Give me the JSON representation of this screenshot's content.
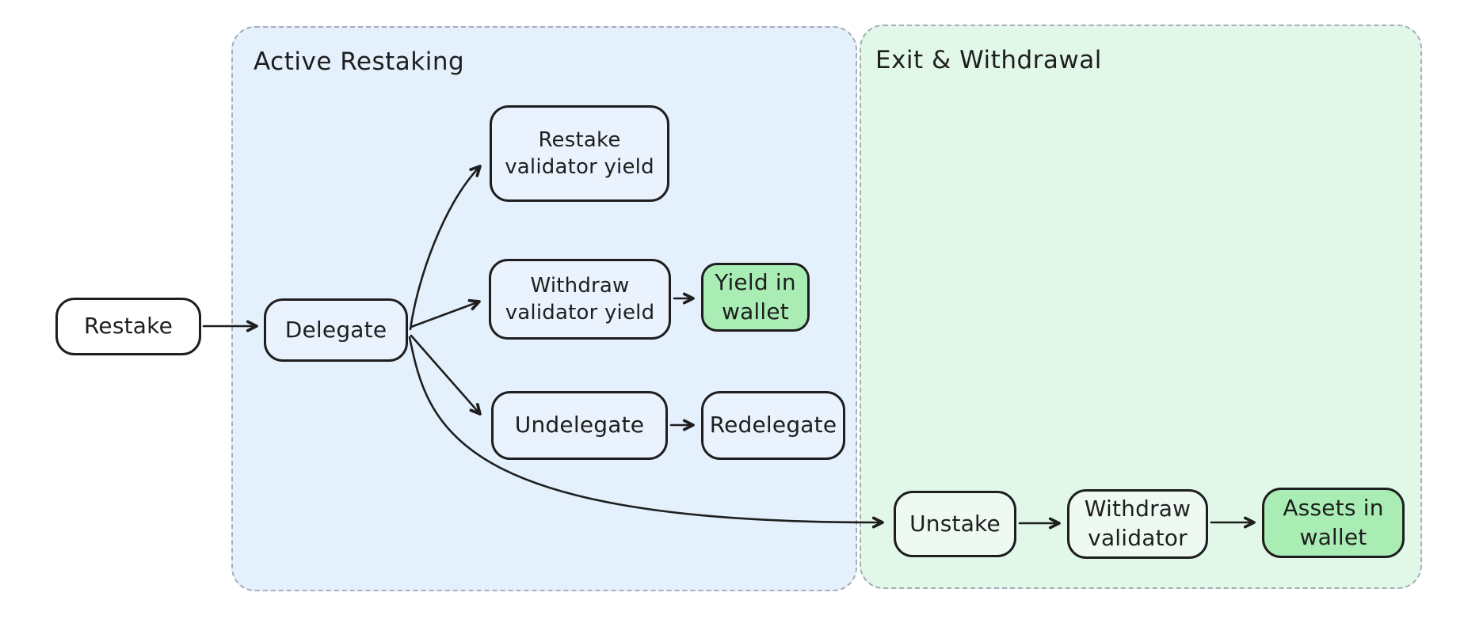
{
  "diagram": {
    "groups": [
      {
        "id": "active-restaking",
        "label": "Active Restaking",
        "fill": "#e4f0fc"
      },
      {
        "id": "exit-withdrawal",
        "label": "Exit & Withdrawal",
        "fill": "#e1f8e9"
      }
    ],
    "nodes": {
      "restake": {
        "label": "Restake",
        "fill": "#ffffff"
      },
      "delegate": {
        "label": "Delegate",
        "fill": "#eaf3fd"
      },
      "restake_validator_yield": {
        "label": "Restake\nvalidator yield",
        "fill": "#eaf3fd"
      },
      "withdraw_validator_yield": {
        "label": "Withdraw\nvalidator yield",
        "fill": "#eaf3fd"
      },
      "yield_in_wallet": {
        "label": "Yield in\nwallet",
        "fill": "#a9edb4"
      },
      "undelegate": {
        "label": "Undelegate",
        "fill": "#eaf3fd"
      },
      "redelegate": {
        "label": "Redelegate",
        "fill": "#eaf3fd"
      },
      "unstake": {
        "label": "Unstake",
        "fill": "#eef9f2"
      },
      "withdraw_validator": {
        "label": "Withdraw\nvalidator",
        "fill": "#eef9f2"
      },
      "assets_in_wallet": {
        "label": "Assets in\nwallet",
        "fill": "#a9edb4"
      }
    },
    "edges": [
      {
        "from": "Restake",
        "to": "Delegate"
      },
      {
        "from": "Delegate",
        "to": "Restake validator yield"
      },
      {
        "from": "Delegate",
        "to": "Withdraw validator yield"
      },
      {
        "from": "Delegate",
        "to": "Undelegate"
      },
      {
        "from": "Delegate",
        "to": "Unstake"
      },
      {
        "from": "Withdraw validator yield",
        "to": "Yield in wallet"
      },
      {
        "from": "Undelegate",
        "to": "Redelegate"
      },
      {
        "from": "Unstake",
        "to": "Withdraw validator"
      },
      {
        "from": "Withdraw validator",
        "to": "Assets in wallet"
      }
    ],
    "colors": {
      "stroke": "#1e1e1e",
      "group_border": "#a6adb7",
      "blue_group_fill": "#e4f0fc",
      "green_group_fill": "#e1f8e9",
      "blue_node_fill": "#eaf3fd",
      "light_green_node_fill": "#eef9f2",
      "green_node_fill": "#a9edb4",
      "white_node_fill": "#ffffff"
    }
  }
}
